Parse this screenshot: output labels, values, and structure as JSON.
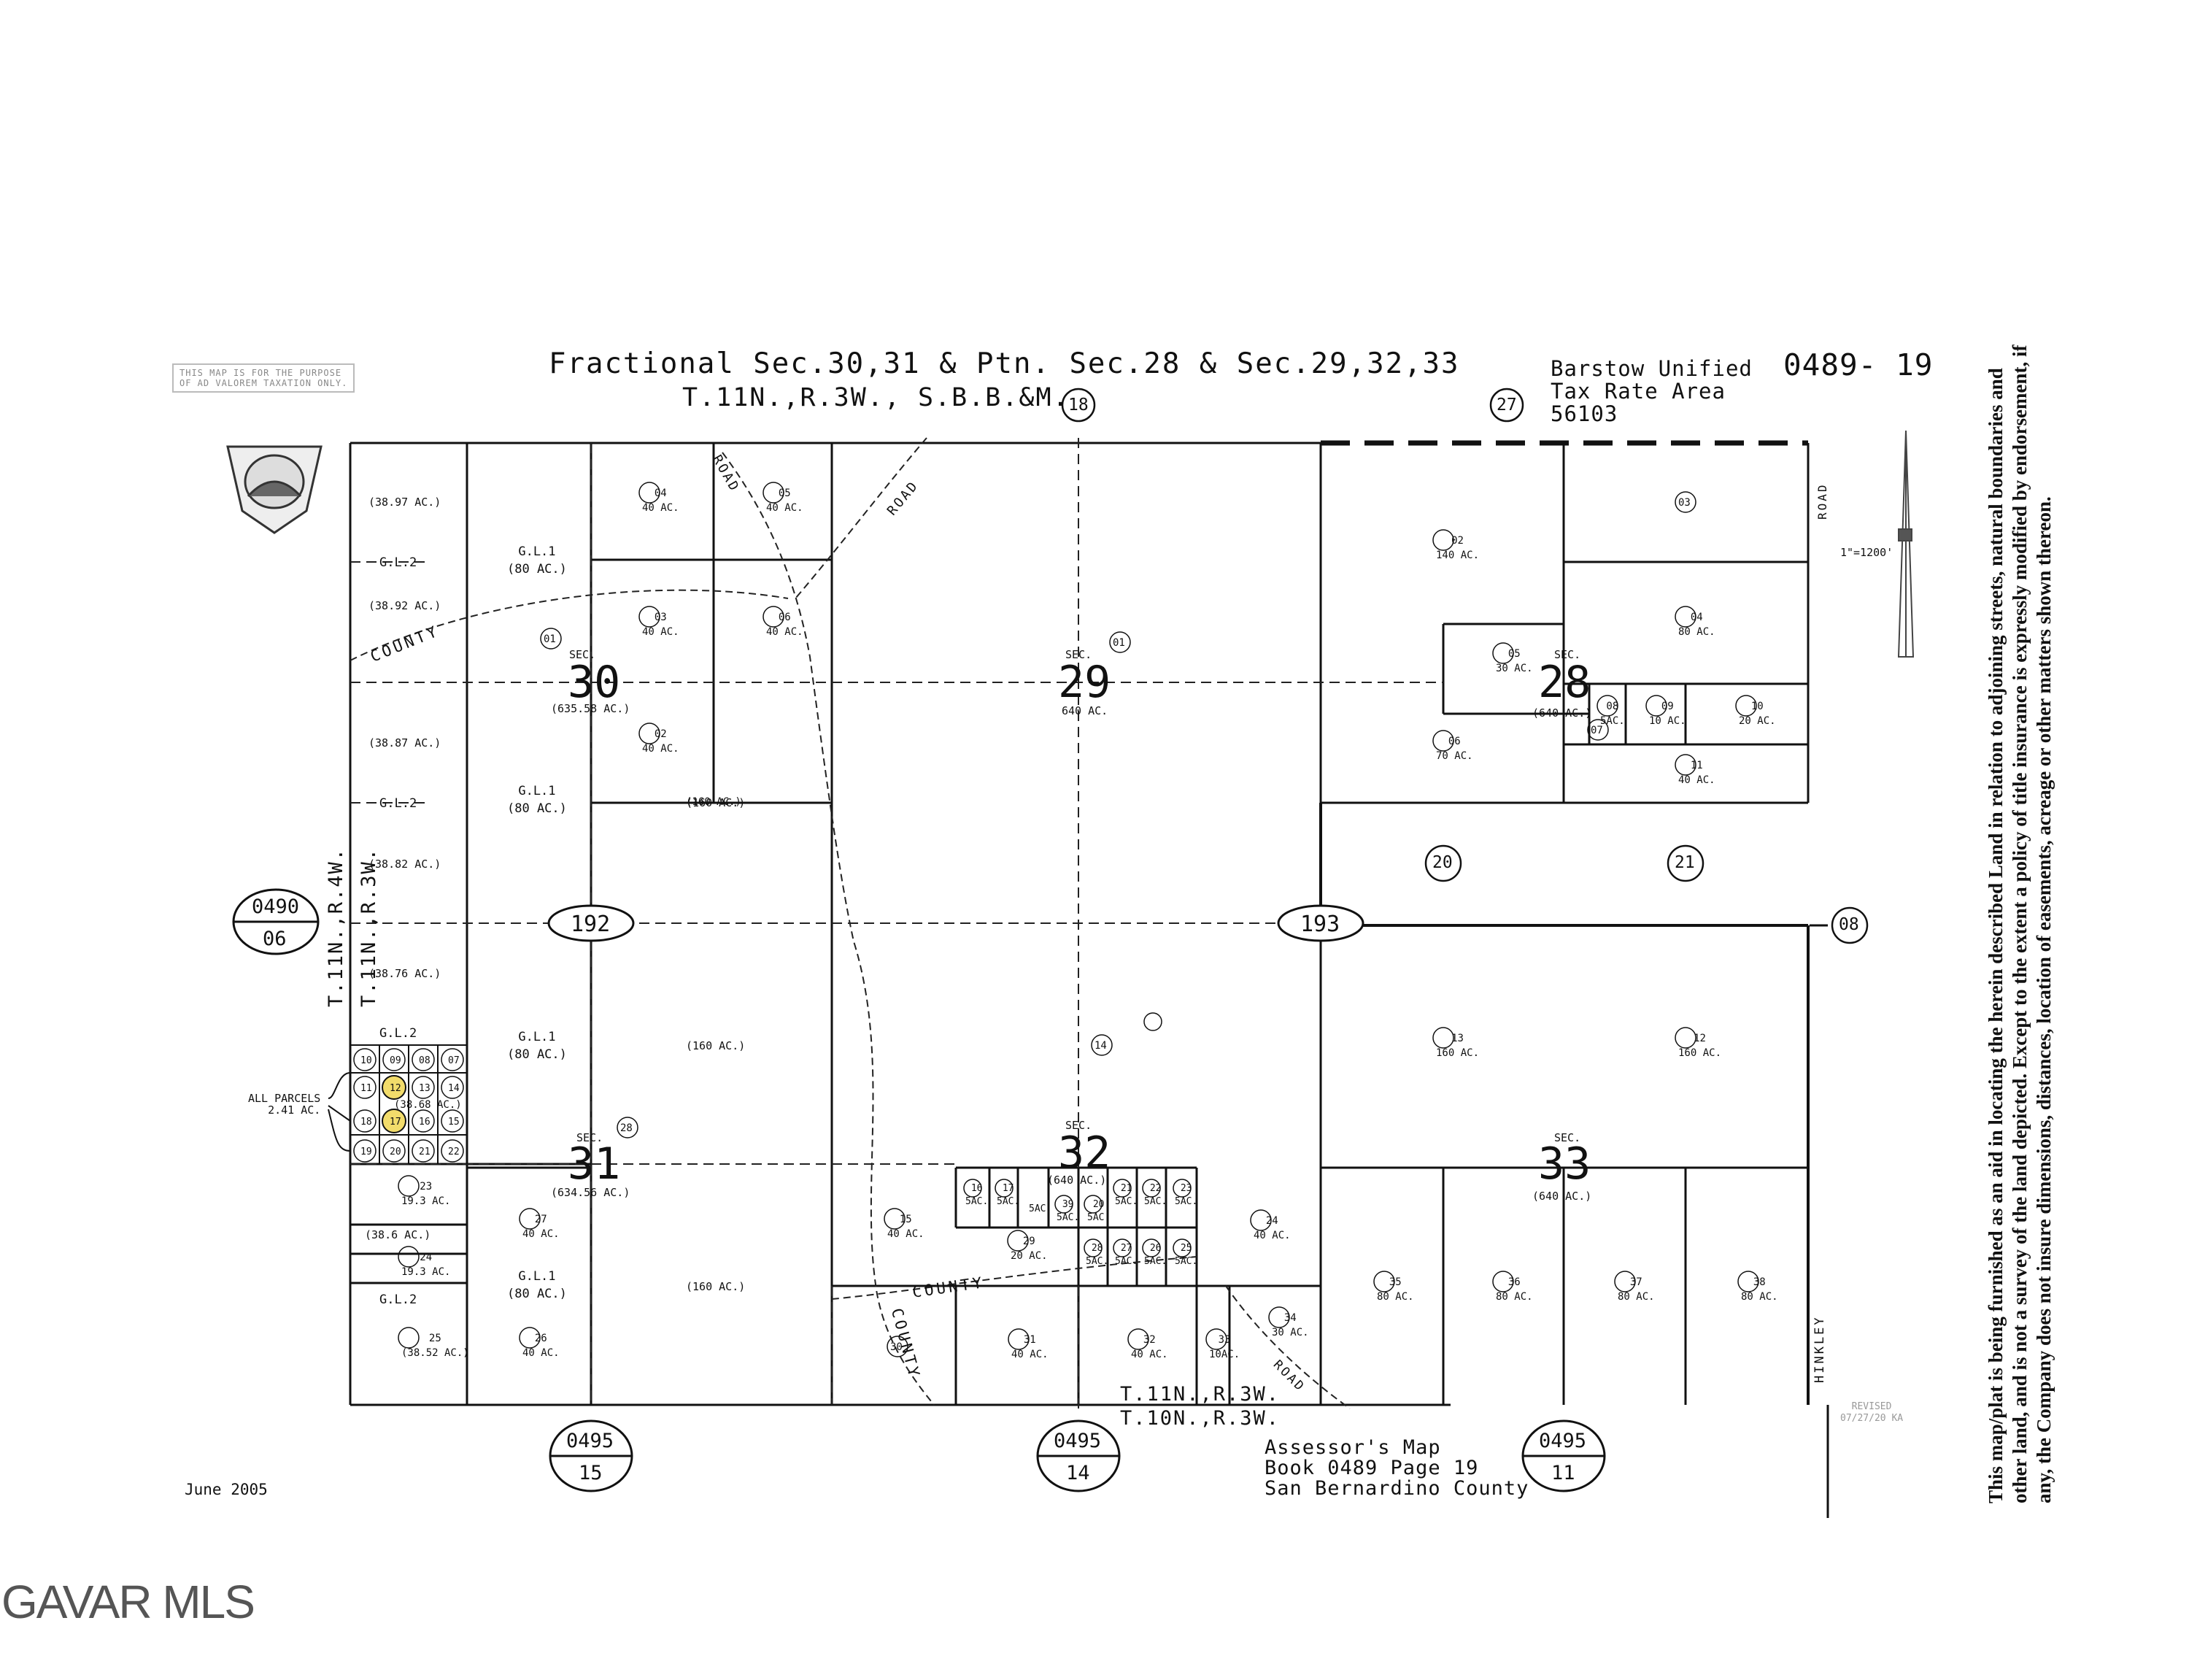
{
  "header": {
    "title": "Fractional Sec.30,31 & Ptn. Sec.28 & Sec.29,32,33",
    "subtitle": "T.11N.,R.3W., S.B.B.&M.",
    "district": [
      "Barstow Unified",
      "Tax Rate Area",
      "56103"
    ],
    "map_number": "0489- 19",
    "disclaimer_box": [
      "THIS MAP IS FOR THE PURPOSE",
      "OF AD VALOREM TAXATION ONLY."
    ]
  },
  "scale": "1\"=1200'",
  "date": "June 2005",
  "revised": [
    "REVISED",
    "07/27/20 KA"
  ],
  "assessor": [
    "Assessor's Map",
    "Book 0489 Page 19",
    "San Bernardino County"
  ],
  "watermark": "GAVAR MLS",
  "side_note": "This map/plat is being furnished as an aid in locating the herein described Land in relation to adjoining streets, natural boundaries and other land, and is not a survey of the land depicted. Except to the extent a policy of title insurance is expressly modified by endorsement, if any, the Company does not insure dimensions, distances, location of easements, acreage or other matters shown thereon.",
  "township_labels": {
    "west_left": "T.11N.,R.4W.",
    "west_right": "T.11N.,R.3W.",
    "bottom_top": "T.11N.,R.3W.",
    "bottom_bottom": "T.10N.,R.3W."
  },
  "road_labels": {
    "county_nw": "COUNTY",
    "road_nw": "ROAD",
    "road_n": "ROAD",
    "road_ne": "ROAD",
    "county_s": "COUNTY",
    "county_s2": "COUNTY",
    "road_s": "ROAD",
    "hinkley": "HINKLEY"
  },
  "all_parcels_note": [
    "ALL PARCELS",
    "2.41 AC."
  ],
  "adjacent_maps": {
    "west": {
      "book": "0490",
      "page": "06"
    },
    "south_1": {
      "book": "0495",
      "page": "15"
    },
    "south_2": {
      "book": "0495",
      "page": "14"
    },
    "south_3": {
      "book": "0495",
      "page": "11"
    }
  },
  "block_numbers": [
    "192",
    "193"
  ],
  "adjacent_pages": [
    "18",
    "27",
    "08",
    "20",
    "21"
  ],
  "sections": [
    {
      "label": "SEC.",
      "number": "30",
      "acres": "(635.58 AC.)"
    },
    {
      "label": "SEC.",
      "number": "29",
      "acres": "640 AC."
    },
    {
      "label": "SEC.",
      "number": "28",
      "acres": "(640 AC.)"
    },
    {
      "label": "SEC.",
      "number": "31",
      "acres": "(634.56 AC.)"
    },
    {
      "label": "SEC.",
      "number": "32",
      "acres": "(640 AC.)"
    },
    {
      "label": "SEC.",
      "number": "33",
      "acres": "(640 AC.)"
    }
  ],
  "parcels": [
    {
      "num": "04",
      "acres": "40 AC."
    },
    {
      "num": "05",
      "acres": "40 AC."
    },
    {
      "num": "03",
      "acres": "40 AC."
    },
    {
      "num": "06",
      "acres": "40 AC."
    },
    {
      "num": "01",
      "acres": ""
    },
    {
      "num": "02",
      "acres": "40 AC."
    },
    {
      "num": "01",
      "acres": ""
    },
    {
      "num": "03",
      "acres": ""
    },
    {
      "num": "02",
      "acres": "140 AC."
    },
    {
      "num": "04",
      "acres": "80 AC."
    },
    {
      "num": "05",
      "acres": "30 AC."
    },
    {
      "num": "06",
      "acres": "70 AC."
    },
    {
      "num": "08",
      "acres": "5AC."
    },
    {
      "num": "07",
      "acres": ""
    },
    {
      "num": "09",
      "acres": "10 AC."
    },
    {
      "num": "10",
      "acres": "20 AC."
    },
    {
      "num": "11",
      "acres": "40 AC."
    },
    {
      "num": "14",
      "acres": ""
    },
    {
      "num": "13",
      "acres": "160 AC."
    },
    {
      "num": "12",
      "acres": "160 AC."
    },
    {
      "num": "28",
      "acres": ""
    },
    {
      "num": "27",
      "acres": "40 AC."
    },
    {
      "num": "23",
      "acres": "19.3 AC."
    },
    {
      "num": "24",
      "acres": "19.3 AC."
    },
    {
      "num": "25",
      "acres": "(38.52 AC.)"
    },
    {
      "num": "26",
      "acres": "40 AC."
    },
    {
      "num": "15",
      "acres": "40 AC."
    },
    {
      "num": "30",
      "acres": ""
    },
    {
      "num": "31",
      "acres": "40 AC."
    },
    {
      "num": "32",
      "acres": "40 AC."
    },
    {
      "num": "33",
      "acres": "10AC."
    },
    {
      "num": "34",
      "acres": "30 AC."
    },
    {
      "num": "24",
      "acres": "40 AC."
    },
    {
      "num": "29",
      "acres": "20 AC."
    },
    {
      "num": "35",
      "acres": "80 AC."
    },
    {
      "num": "36",
      "acres": "80 AC."
    },
    {
      "num": "37",
      "acres": "80 AC."
    },
    {
      "num": "38",
      "acres": "80 AC."
    }
  ],
  "gov_lots": [
    {
      "label": "G.L.1",
      "acres": "(80 AC.)"
    },
    {
      "label": "G.L.1",
      "acres": "(80 AC.)"
    },
    {
      "label": "G.L.1",
      "acres": "(80 AC.)"
    },
    {
      "label": "G.L.1",
      "acres": "(80 AC.)"
    },
    {
      "label": "G.L.2",
      "acres": ""
    },
    {
      "label": "G.L.2",
      "acres": ""
    },
    {
      "label": "G.L.2",
      "acres": ""
    },
    {
      "label": "G.L.2",
      "acres": ""
    }
  ],
  "lot_acres": [
    "(38.97 AC.)",
    "(38.92 AC.)",
    "(38.87 AC.)",
    "(38.82 AC.)",
    "(38.76 AC.)",
    "(38.6 AC.)",
    "(160 AC.)",
    "(160 AC.)",
    "(160 AC.)",
    "(160 AC.)",
    "(38.68 AC.)"
  ],
  "small_parcels_sw": [
    "10",
    "09",
    "08",
    "07",
    "11",
    "12",
    "13",
    "14",
    "18",
    "17",
    "16",
    "15",
    "19",
    "20",
    "21",
    "22"
  ],
  "highlighted_parcels": [
    "12",
    "17"
  ],
  "small_parcels_32": [
    {
      "num": "16",
      "acres": "5AC."
    },
    {
      "num": "17",
      "acres": "5AC."
    },
    {
      "num": "",
      "acres": "5AC."
    },
    {
      "num": "39",
      "acres": "5AC."
    },
    {
      "num": "20",
      "acres": "5AC."
    },
    {
      "num": "21",
      "acres": "5AC."
    },
    {
      "num": "22",
      "acres": "5AC."
    },
    {
      "num": "23",
      "acres": "5AC."
    },
    {
      "num": "28",
      "acres": "5AC."
    },
    {
      "num": "27",
      "acres": "5AC."
    },
    {
      "num": "26",
      "acres": "5AC."
    },
    {
      "num": "25",
      "acres": "5AC."
    }
  ],
  "colors": {
    "ink": "#111111",
    "highlight": "#f2dc6b",
    "faint": "#999999"
  }
}
